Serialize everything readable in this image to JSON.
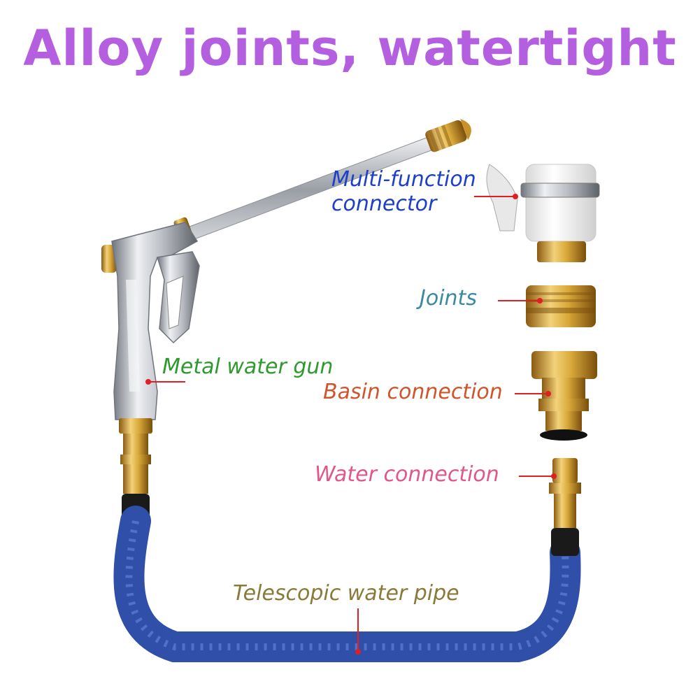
{
  "headline": {
    "text": "Alloy joints, watertight",
    "color": "#b45fe0"
  },
  "callouts": {
    "multi_function_line1": "Multi-function",
    "multi_function_line2": "connector",
    "joints": "Joints",
    "metal_water_gun": "Metal water gun",
    "basin_connection": "Basin connection",
    "water_connection": "Water connection",
    "telescopic_water_pipe": "Telescopic water pipe"
  },
  "colors": {
    "multi_function": "#1e40c8",
    "joints": "#3a8aa0",
    "metal_water_gun": "#2e9a2e",
    "basin_connection": "#d0552a",
    "water_connection": "#e0588a",
    "telescopic_water_pipe": "#8a7a3a",
    "leader_line": "#e02020",
    "brass": "#d9a93a",
    "chrome": "#b9bcc2",
    "hose_blue": "#2f4fa8"
  }
}
